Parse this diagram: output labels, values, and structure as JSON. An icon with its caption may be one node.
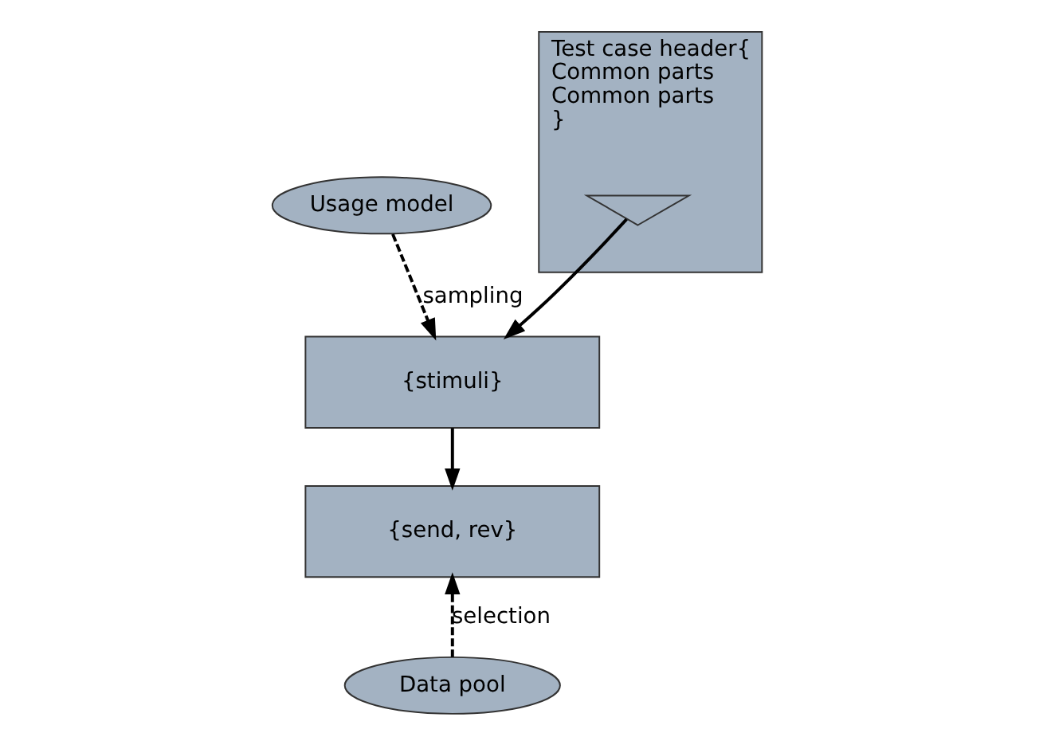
{
  "diagram": {
    "nodes": [
      {
        "text": [
          "Usage model"
        ]
      },
      {
        "text": [
          "Test case header{",
          "Common parts",
          "Common parts",
          "}"
        ]
      },
      {
        "text": [],
        "shape": "hourglass",
        "in": 1
      },
      {
        "text": [
          "{stimuli}"
        ]
      },
      {
        "text": [
          "{send, rev}"
        ]
      },
      {
        "text": [
          "Data pool"
        ]
      }
    ],
    "edges": [
      {
        "from": 0,
        "to": 3,
        "arrow": "to",
        "style": "dashed",
        "label": "sampling"
      },
      {
        "from": 2,
        "to": 3,
        "arrow": "to"
      },
      {
        "from": 3,
        "to": 4,
        "arrow": "to"
      },
      {
        "from": 5,
        "to": 4,
        "arrow": "to",
        "style": "dashed",
        "label": "selection"
      }
    ]
  }
}
